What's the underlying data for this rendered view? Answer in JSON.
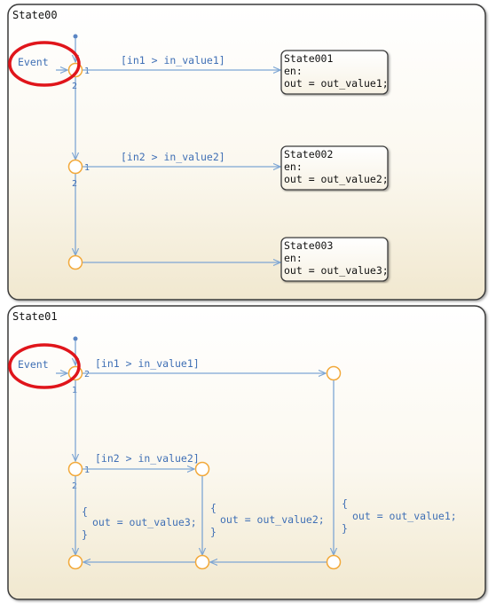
{
  "colors": {
    "transition": "#7ea6d4",
    "label": "#3f6fb5",
    "junction": "#f2a93b",
    "highlight": "#e0151b",
    "state_border": "#3a3a3a",
    "state_fill_top": "#ffffff",
    "state_fill_bottom": "#f3ecd6",
    "text": "#111111"
  },
  "chart0": {
    "title": "State00",
    "event": "Event",
    "t1": {
      "order_right": "1",
      "order_down": "2",
      "label": "[in1 > in_value1]"
    },
    "t2": {
      "order_right": "1",
      "order_down": "2",
      "label": "[in2 > in_value2]"
    },
    "s1": {
      "name": "State001",
      "entry": "en:",
      "action": "out = out_value1;"
    },
    "s2": {
      "name": "State002",
      "entry": "en:",
      "action": "out = out_value2;"
    },
    "s3": {
      "name": "State003",
      "entry": "en:",
      "action": "out = out_value3;"
    }
  },
  "chart1": {
    "title": "State01",
    "event": "Event",
    "t1": {
      "order_right": "2",
      "order_down": "1",
      "label": "[in1 > in_value1]"
    },
    "t2": {
      "order_right": "1",
      "order_down": "2",
      "label": "[in2 > in_value2]"
    },
    "a3": {
      "open": "{",
      "body": "out = out_value3;",
      "close": "}"
    },
    "a2": {
      "open": "{",
      "body": "out = out_value2;",
      "close": "}"
    },
    "a1": {
      "open": "{",
      "body": "out = out_value1;",
      "close": "}"
    }
  }
}
